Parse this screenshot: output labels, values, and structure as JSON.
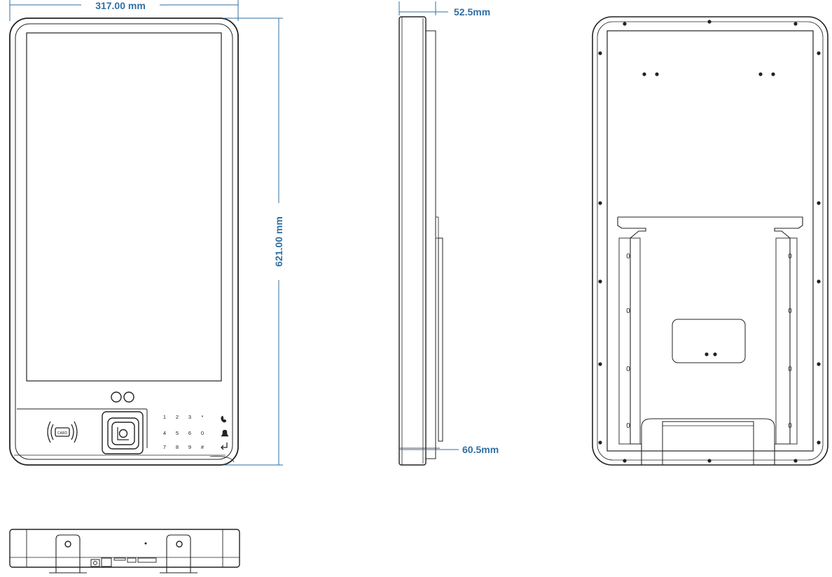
{
  "dimensions": {
    "width": "317.00 mm",
    "height": "621.00 mm",
    "depth_top": "52.5mm",
    "depth_bottom": "60.5mm"
  },
  "keypad": {
    "rows": [
      [
        "1",
        "2",
        "3",
        "*"
      ],
      [
        "4",
        "5",
        "6",
        "0"
      ],
      [
        "7",
        "8",
        "9",
        "#"
      ]
    ],
    "side_icons": [
      "phone-icon",
      "bell-icon",
      "enter-icon"
    ]
  },
  "card_reader_label": "CARD",
  "back_slot_marks": [
    "0",
    "0",
    "0",
    "0",
    "0",
    "0",
    "0",
    "0"
  ],
  "colors": {
    "dimension": "#2f6fa3",
    "outline": "#222222"
  }
}
